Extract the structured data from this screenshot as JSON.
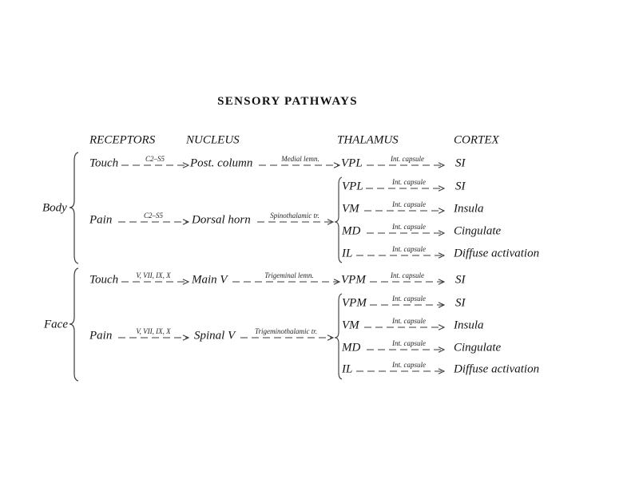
{
  "title": "SENSORY PATHWAYS",
  "columns": [
    "RECEPTORS",
    "NUCLEUS",
    "THALAMUS",
    "CORTEX"
  ],
  "groups": [
    {
      "label": "Body",
      "pathways": [
        {
          "receptor": "Touch",
          "nerve_label": "C2–S5",
          "nucleus": "Post. column",
          "tract_label": "Medial lemn.",
          "targets": [
            {
              "thalamus": "VPL",
              "via": "Int. capsule",
              "cortex": "SI"
            }
          ]
        },
        {
          "receptor": "Pain",
          "nerve_label": "C2–S5",
          "nucleus": "Dorsal horn",
          "tract_label": "Spinothalamic tr.",
          "targets": [
            {
              "thalamus": "VPL",
              "via": "Int. capsule",
              "cortex": "SI"
            },
            {
              "thalamus": "VM",
              "via": "Int. capsule",
              "cortex": "Insula"
            },
            {
              "thalamus": "MD",
              "via": "Int. capsule",
              "cortex": "Cingulate"
            },
            {
              "thalamus": "IL",
              "via": "Int. capsule",
              "cortex": "Diffuse activation"
            }
          ]
        }
      ]
    },
    {
      "label": "Face",
      "pathways": [
        {
          "receptor": "Touch",
          "nerve_label": "V, VII, IX, X",
          "nucleus": "Main V",
          "tract_label": "Trigeminal lemn.",
          "targets": [
            {
              "thalamus": "VPM",
              "via": "Int. capsule",
              "cortex": "SI"
            }
          ]
        },
        {
          "receptor": "Pain",
          "nerve_label": "V, VII, IX, X",
          "nucleus": "Spinal V",
          "tract_label": "Trigeminothalamic tr.",
          "targets": [
            {
              "thalamus": "VPM",
              "via": "Int. capsule",
              "cortex": "SI"
            },
            {
              "thalamus": "VM",
              "via": "Int. capsule",
              "cortex": "Insula"
            },
            {
              "thalamus": "MD",
              "via": "Int. capsule",
              "cortex": "Cingulate"
            },
            {
              "thalamus": "IL",
              "via": "Int. capsule",
              "cortex": "Diffuse activation"
            }
          ]
        }
      ]
    }
  ],
  "line_color": "#3a3a3a"
}
